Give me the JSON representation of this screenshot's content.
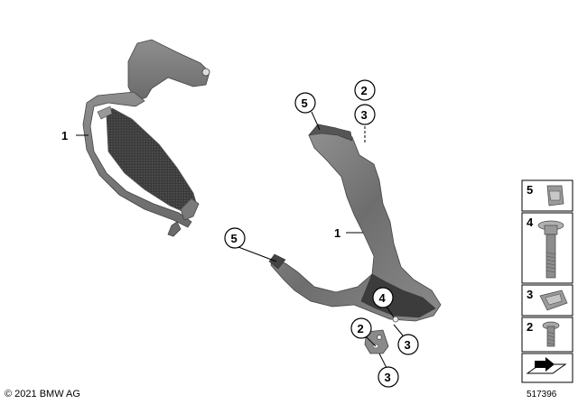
{
  "callouts": {
    "c1_left": "1",
    "c1_right": "1",
    "c5_top": "5",
    "c2_top": "2",
    "c3_top": "3",
    "c5_left": "5",
    "c4_mid": "4",
    "c2_bottom": "2",
    "c3_bottom_right": "3",
    "c3_bottom": "3"
  },
  "legend": {
    "rows": [
      {
        "label": "5",
        "icon": "clip-nut-icon"
      },
      {
        "label": "4",
        "icon": "collar-bolt-icon"
      },
      {
        "label": "3",
        "icon": "spring-nut-icon"
      },
      {
        "label": "2",
        "icon": "screw-icon"
      },
      {
        "label": "",
        "icon": "set-arrow-icon"
      }
    ]
  },
  "footer": {
    "copyright": "© 2021 BMW AG",
    "drawing_number": "517396"
  }
}
